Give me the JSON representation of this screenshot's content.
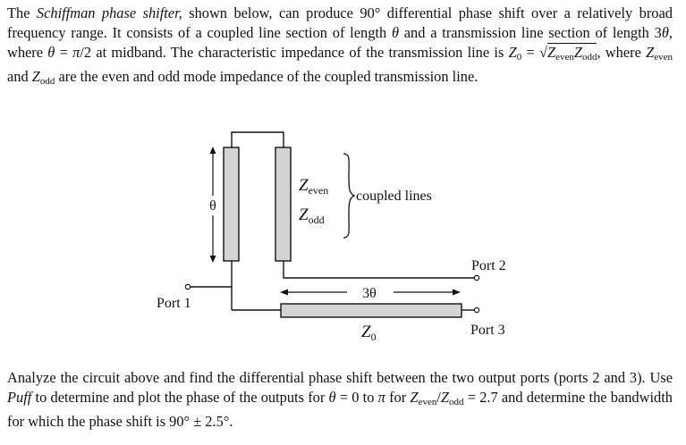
{
  "intro": {
    "the": "The",
    "name": "Schiffman phase shifter,",
    "t1": "shown below, can produce 90° differential phase shift over a relatively broad frequency range. It consists of a coupled line section of length",
    "theta": "θ",
    "t2": "and a transmission line section of length 3",
    "theta2": "θ,",
    "t3": "where",
    "theta3": "θ",
    "t4": "=",
    "pi": "π",
    "t5": "/2 at midband. The characteristic impedance of the transmission line is",
    "z0": "Z",
    "z0sub": "0",
    "t6": "=",
    "sqrt": "√",
    "ze": "Z",
    "esub": "even",
    "zo": "Z",
    "osub": "odd",
    "t7": ", where",
    "ze2": "Z",
    "esub2": "even",
    "t8": "and",
    "zo2": "Z",
    "osub2": "odd",
    "t9": "are the even and odd mode impedance of the coupled transmission line."
  },
  "figure": {
    "theta_label": "θ",
    "zeven_Z": "Z",
    "zeven_sub": "even",
    "zodd_Z": "Z",
    "zodd_sub": "odd",
    "coupled_lines": "coupled lines",
    "port1": "Port 1",
    "port2": "Port 2",
    "port3": "Port 3",
    "three_theta": "3θ",
    "z0_Z": "Z",
    "z0_sub": "0"
  },
  "question": {
    "t1": "Analyze the circuit above and find the differential phase shift between the two output ports (ports 2 and 3). Use",
    "puff": "Puff",
    "t2": "to determine and plot the phase of the outputs for",
    "theta": "θ",
    "t3": "= 0 to",
    "pi": "π",
    "t4": "for",
    "ze": "Z",
    "esub": "even",
    "slash": "/",
    "zo": "Z",
    "osub": "odd",
    "t5": "= 2.7 and determine the bandwidth for which the phase shift is 90° ± 2.5°."
  }
}
